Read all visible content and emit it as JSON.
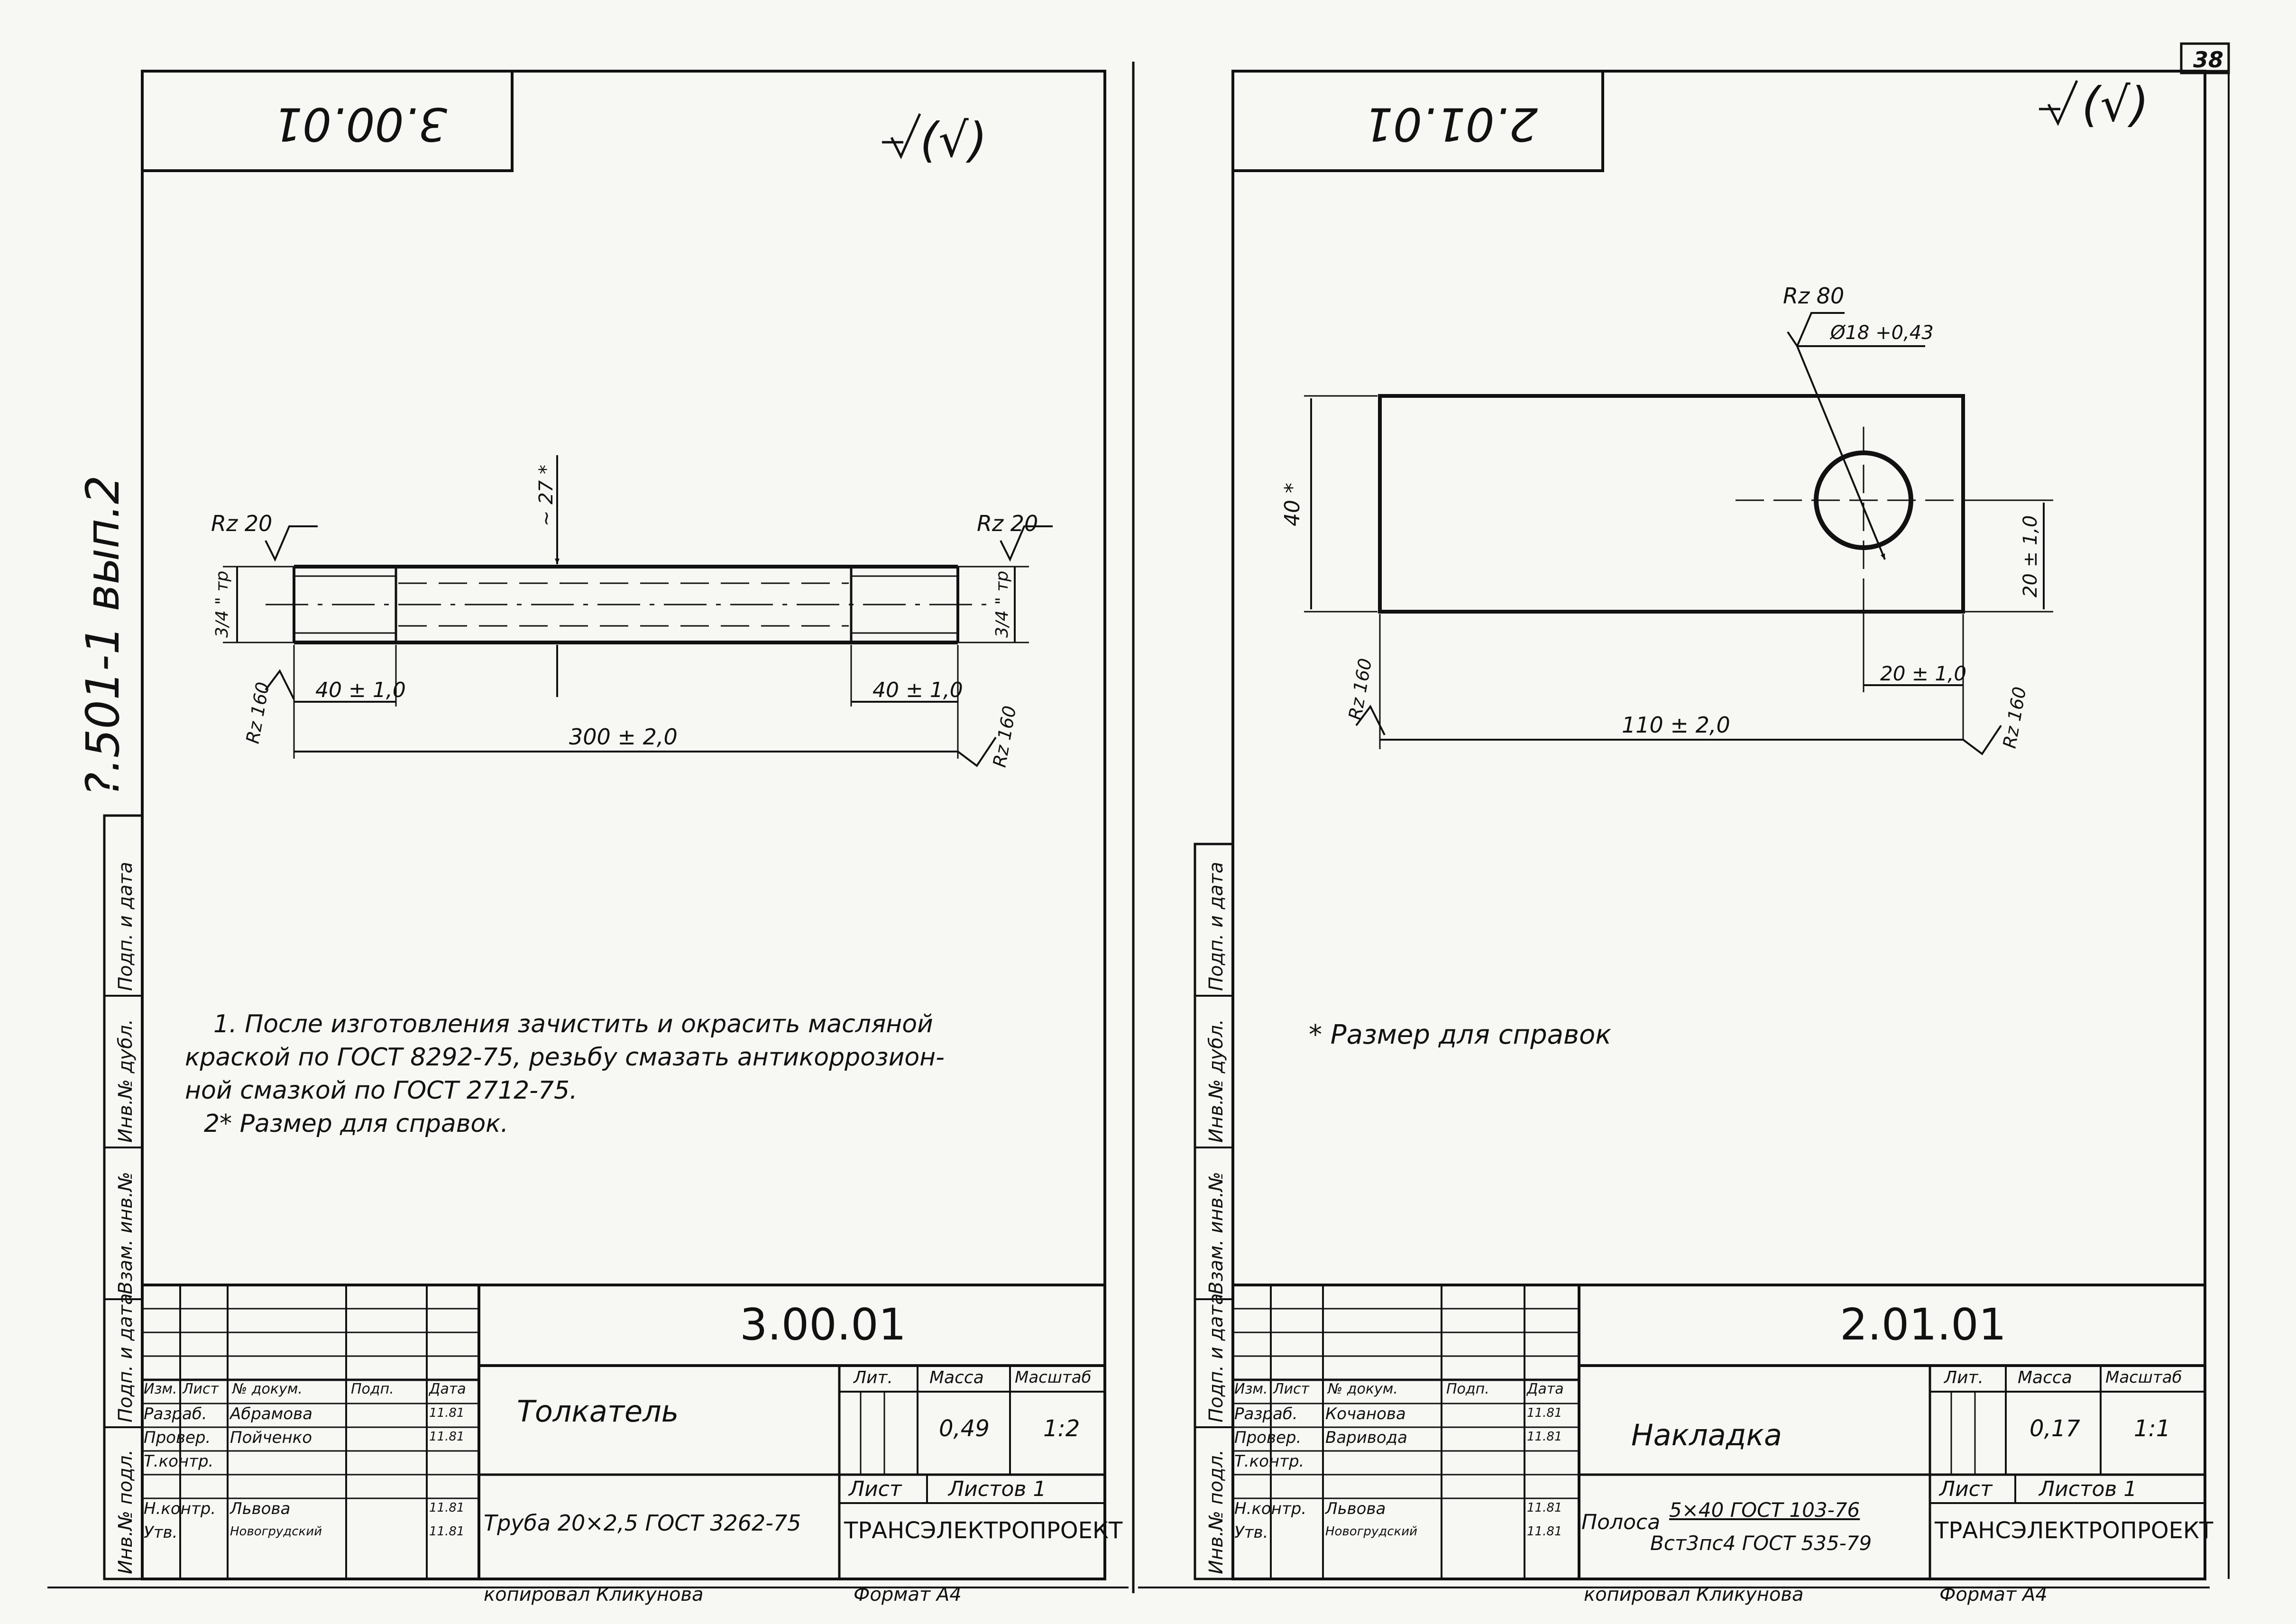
{
  "series_label": "?.501-1 вып.2",
  "page_number": "38",
  "left_stamp": {
    "col1": "Инв.№ подл.",
    "col2": "Подп. и дата",
    "col3": "Взам. инв.№",
    "col4": "Инв.№ дубл.",
    "col5": "Подп. и дата"
  },
  "sheet1": {
    "mirror_code": "3.00.01",
    "roughness_mark": "(√)",
    "dims": {
      "height_star": "~ 27 *",
      "rz_top_left": "Rz 20",
      "rz_top_right": "Rz 20",
      "thread_left": "3/4 \" тр",
      "thread_right": "3/4 \" тр",
      "len_left": "40 ± 1,0",
      "len_right": "40 ± 1,0",
      "total": "300 ± 2,0",
      "rz_bot_left": "Rz 160",
      "rz_bot_right": "Rz 160"
    },
    "notes": [
      "1. После изготовления зачистить и окрасить масляной",
      "краской по ГОСТ 8292-75, резьбу смазать антикоррозион-",
      "ной смазкой по ГОСТ 2712-75.",
      "2* Размер для справок."
    ],
    "title_block": {
      "code": "3.00.01",
      "name": "Толкатель",
      "material": "Труба 20×2,5 ГОСТ 3262-75",
      "lit_label": "Лит.",
      "mass_label": "Масса",
      "scale_label": "Масштаб",
      "mass": "0,49",
      "scale": "1:2",
      "sheet_label": "Лист",
      "sheets_label": "Листов 1",
      "org": "ТРАНСЭЛЕКТРОПРОЕКТ",
      "hdr": [
        "Изм.",
        "Лист",
        "№ докум.",
        "Подп.",
        "Дата"
      ],
      "rows": [
        [
          "Разраб.",
          "Абрамова",
          "11.81"
        ],
        [
          "Провер.",
          "Пойченко",
          "11.81"
        ],
        [
          "Т.контр.",
          "",
          ""
        ],
        [
          "",
          "",
          ""
        ],
        [
          "Н.контр.",
          "Львова",
          "11.81"
        ],
        [
          "Утв.",
          "Новогрудский",
          "11.81"
        ]
      ],
      "copied": "копировал Кликунова",
      "format": "Формат А4"
    }
  },
  "sheet2": {
    "mirror_code": "2.01.01",
    "roughness_mark": "(√)",
    "dims": {
      "rz_hole": "Rz 80",
      "hole_dia": "Ø18 +0,43",
      "height": "40 *",
      "hole_y": "20 ± 1,0",
      "hole_x": "20 ± 1,0",
      "total": "110 ± 2,0",
      "rz_left": "Rz 160",
      "rz_right": "Rz 160"
    },
    "notes": [
      "* Размер для справок"
    ],
    "title_block": {
      "code": "2.01.01",
      "name": "Накладка",
      "material_prefix": "Полоса",
      "material_top": "5×40 ГОСТ 103-76",
      "material_bottom": "Вст3пс4 ГОСТ 535-79",
      "lit_label": "Лит.",
      "mass_label": "Масса",
      "scale_label": "Масштаб",
      "mass": "0,17",
      "scale": "1:1",
      "sheet_label": "Лист",
      "sheets_label": "Листов 1",
      "org": "ТРАНСЭЛЕКТРОПРОЕКТ",
      "hdr": [
        "Изм.",
        "Лист",
        "№ докум.",
        "Подп.",
        "Дата"
      ],
      "rows": [
        [
          "Разраб.",
          "Кочанова",
          "11.81"
        ],
        [
          "Провер.",
          "Варивода",
          "11.81"
        ],
        [
          "Т.контр.",
          "",
          ""
        ],
        [
          "",
          "",
          ""
        ],
        [
          "Н.контр.",
          "Львова",
          "11.81"
        ],
        [
          "Утв.",
          "Новогрудский",
          "11.81"
        ]
      ],
      "copied": "копировал Кликунова",
      "format": "Формат А4"
    }
  }
}
